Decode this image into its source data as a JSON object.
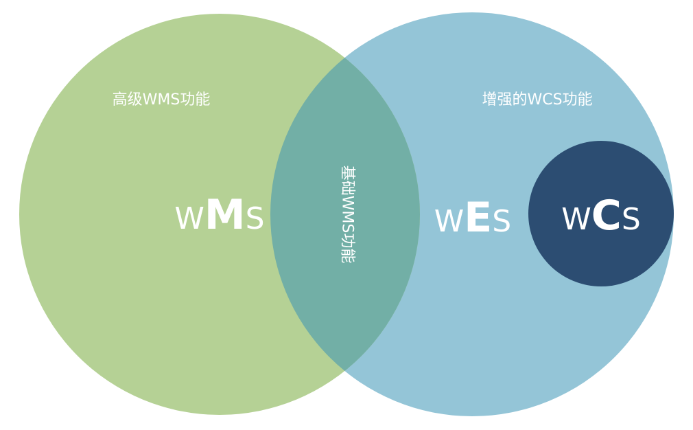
{
  "diagram": {
    "left_circle": {
      "caption": "高级WMS功能",
      "abbr": {
        "first": "W",
        "middle": "M",
        "last": "S"
      },
      "color": "#b5d195"
    },
    "right_circle": {
      "caption": "增强的WCS功能",
      "abbr": {
        "first": "W",
        "middle": "E",
        "last": "S"
      },
      "color": "#94c5d7"
    },
    "overlap": {
      "caption": "基础WMS功能",
      "color": "#72afa6"
    },
    "inner_circle": {
      "abbr": {
        "first": "W",
        "middle": "C",
        "last": "S"
      },
      "color": "#2c4d72"
    },
    "text_color": "#ffffff"
  }
}
